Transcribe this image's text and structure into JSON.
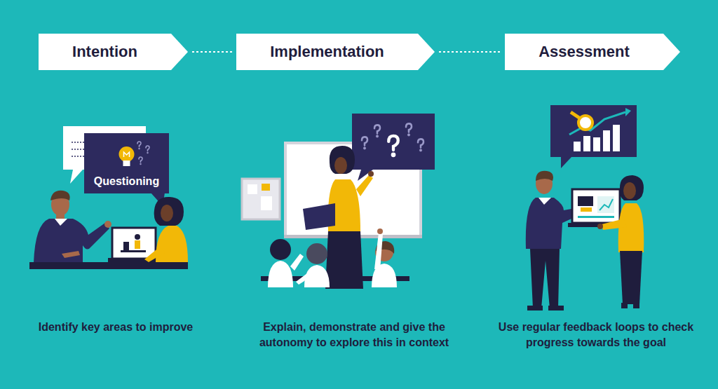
{
  "diagram": {
    "nodes": [
      {
        "text": [
          "Intention"
        ]
      },
      {
        "text": [
          "Implementation"
        ]
      },
      {
        "text": [
          "Assessment"
        ]
      },
      {
        "text": [
          "Questioning"
        ]
      }
    ],
    "edges": [
      {
        "from": 0,
        "to": 1,
        "arrow": "none"
      },
      {
        "from": 1,
        "to": 2,
        "arrow": "none"
      }
    ],
    "labels": [
      "Identify key areas to improve",
      "Explain, demonstrate and give the autonomy to explore this in context",
      "Use regular feedback loops to check progress towards the goal"
    ]
  }
}
